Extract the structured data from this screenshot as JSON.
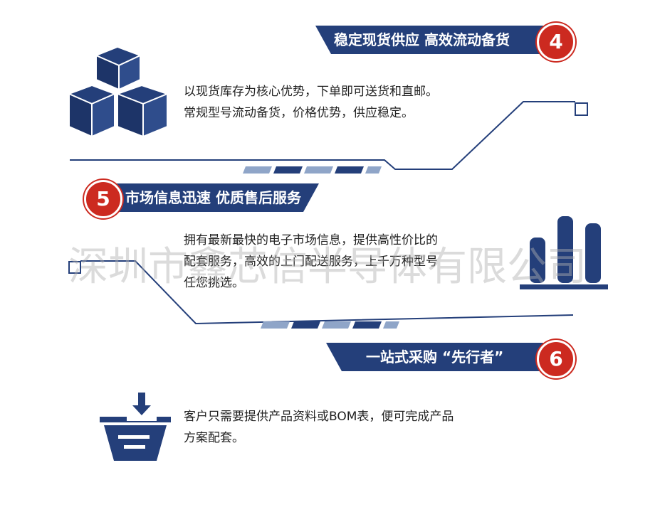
{
  "sections": [
    {
      "number": "4",
      "title": "稳定现货供应 高效流动备货",
      "lines": [
        "以现货库存为核心优势，下单即可送货和直邮。",
        "常规型号流动备货，价格优势，供应稳定。"
      ],
      "icon": "boxes-icon"
    },
    {
      "number": "5",
      "title": "市场信息迅速 优质售后服务",
      "lines": [
        "拥有最新最快的电子市场信息，提供高性价比的",
        "配套服务，高效的上门配送服务，上千万种型号",
        "任您挑选。"
      ],
      "icon": "bar-chart-icon"
    },
    {
      "number": "6",
      "title": "一站式采购 “先行者”",
      "lines": [
        "客户只需要提供产品资料或BOM表，便可完成产品",
        "方案配套。"
      ],
      "icon": "basket-download-icon"
    }
  ],
  "watermark": "深圳市鑫芯信半导体有限公司",
  "colors": {
    "navy": "#243f7a",
    "red": "#cc2a20",
    "light_blue": "#8fa5c8"
  }
}
